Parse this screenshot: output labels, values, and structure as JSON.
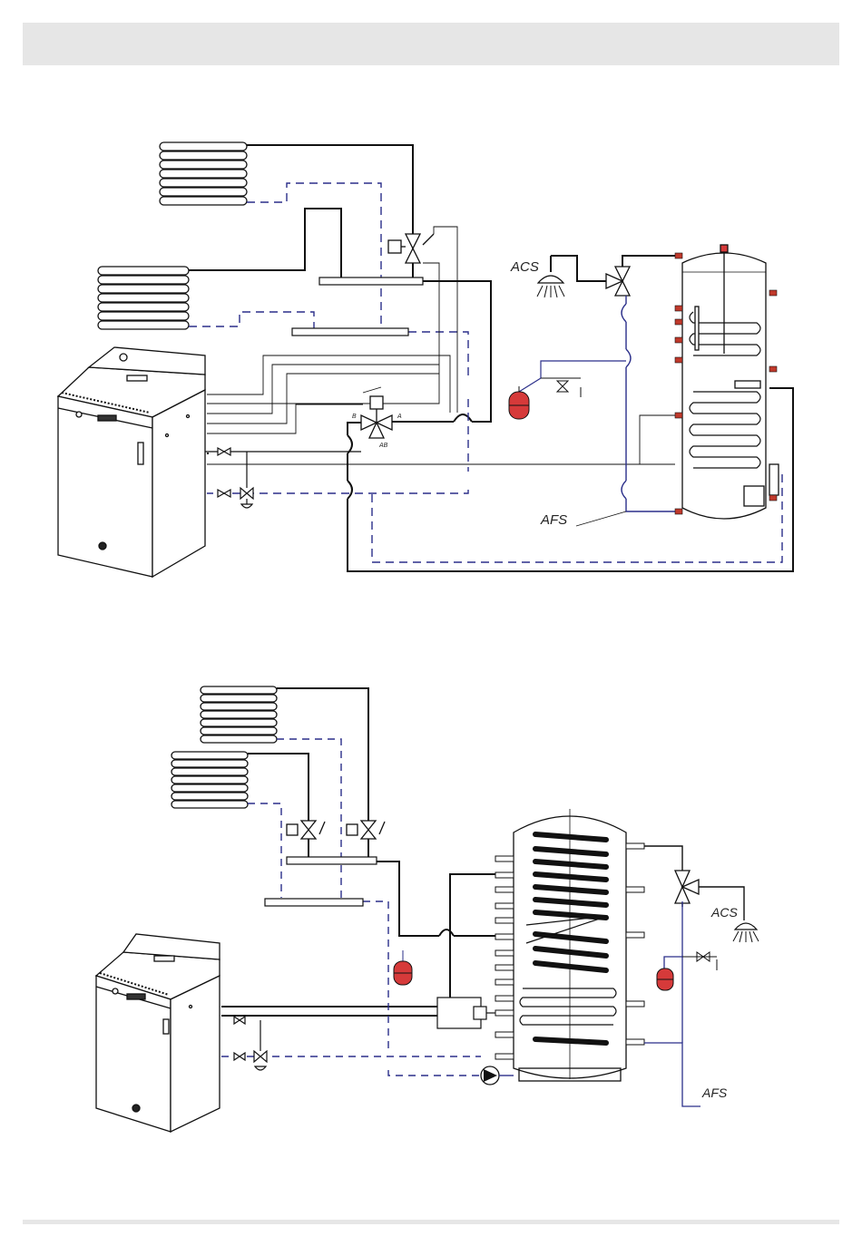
{
  "diagram_top": {
    "labels": {
      "acs": "ACS",
      "afs": "AFS",
      "port_a": "A",
      "port_b": "B",
      "port_ab": "AB"
    }
  },
  "diagram_bottom": {
    "labels": {
      "acs": "ACS",
      "afs": "AFS"
    }
  },
  "colors": {
    "supply_line": "#111111",
    "return_line": "#2b2f8a",
    "cold_water": "#2b2f8a",
    "expansion_vessel": "#d63a3a",
    "connection_stub": "#c0392b",
    "header_band": "#e6e6e6"
  }
}
